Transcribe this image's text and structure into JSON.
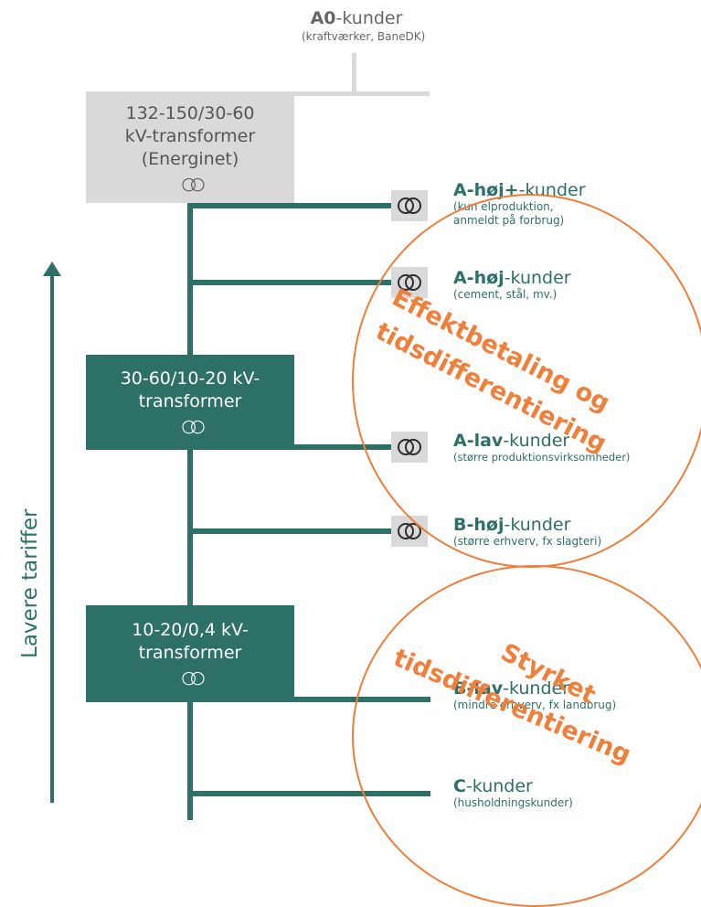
{
  "top": {
    "name_bold": "A0",
    "name_rest": "-kunder",
    "desc": "(kraftværker, BaneDK)"
  },
  "transformers": [
    {
      "line1": "132-150/30-60",
      "line2": "kV-transformer",
      "line3": "(Energinet)"
    },
    {
      "line1": "30-60/10-20 kV-",
      "line2": "transformer"
    },
    {
      "line1": "10-20/0,4 kV-",
      "line2": "transformer"
    }
  ],
  "customers": [
    {
      "bold": "A-høj+",
      "rest": "-kunder",
      "desc1": "(kun elproduktion,",
      "desc2": "anmeldt på forbrug)"
    },
    {
      "bold": "A-høj",
      "rest": "-kunder",
      "desc1": "(cement, stål, mv.)"
    },
    {
      "bold": "A-lav",
      "rest": "-kunder",
      "desc1": "(større produktionsvirksomheder)"
    },
    {
      "bold": "B-høj",
      "rest": "-kunder",
      "desc1": "(større erhverv, fx slagteri)"
    },
    {
      "bold": "B-lav",
      "rest": "-kunder",
      "desc1": "(mindre erhverv, fx landbrug)"
    },
    {
      "bold": "C",
      "rest": "-kunder",
      "desc1": "(husholdningskunder)"
    }
  ],
  "axis_label": "Lavere tariffer",
  "overlay1": {
    "line1": "Effektbetaling og",
    "line2": "tidsdifferentiering"
  },
  "overlay2": {
    "line1": "Styrket",
    "line2": "tidsdifferentiering"
  },
  "colors": {
    "green": "#2d7068",
    "gray": "#d9d9d9",
    "orange": "#ef7d3a"
  }
}
